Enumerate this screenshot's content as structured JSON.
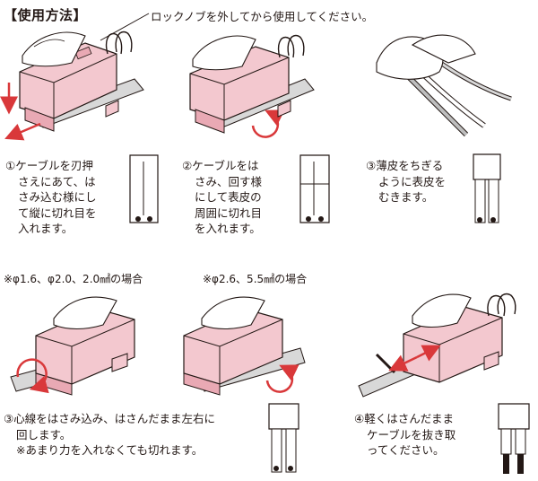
{
  "title": "【使用方法】",
  "top_note": "ロックノブを外してから使用してください。",
  "steps": {
    "s1": [
      "①ケーブルを刃押",
      "さえにあて、は",
      "さみ込む様にし",
      "て縦に切れ目を",
      "入れます。"
    ],
    "s2": [
      "②ケーブルをは",
      "さみ、回す様",
      "にして表皮の",
      "周囲に切れ目",
      "を入れます。"
    ],
    "s3": [
      "③薄皮をちぎる",
      "ように表皮を",
      "むきます。"
    ],
    "s4": [
      "③心線をはさみ込み、はさんだまま左右に",
      "回します。",
      "※あまり力を入れなくても切れます。"
    ],
    "s5": [
      "④軽くはさんだまま",
      "ケーブルを抜き取",
      "ってください。"
    ]
  },
  "conditions": {
    "c1": "※φ1.6、φ2.0、2.0㎟の場合",
    "c2": "※φ2.6、5.5㎟の場合"
  },
  "colors": {
    "tool": "#f3c8cf",
    "tool_dark": "#e9a9b4",
    "arrow": "#d9383a",
    "line": "#231815",
    "skin": "#ffffff",
    "wire": "#bdbdbd"
  }
}
